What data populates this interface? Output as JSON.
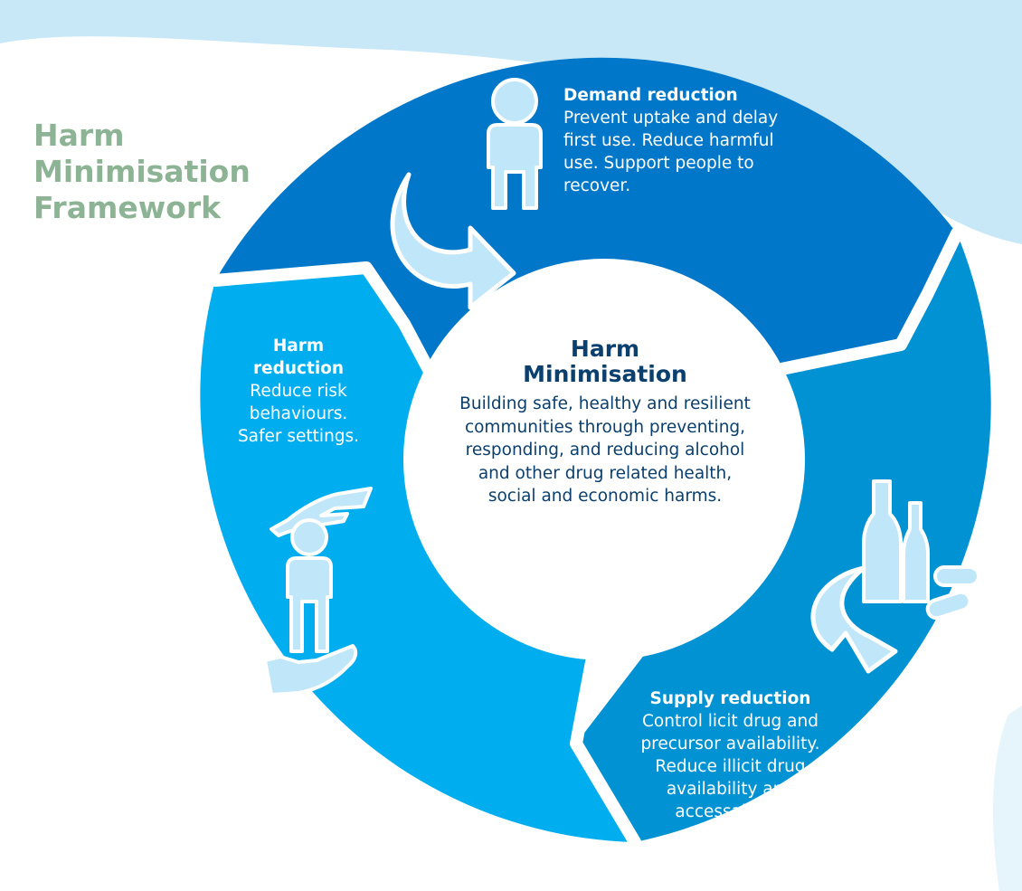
{
  "title_lines": [
    "Harm",
    "Minimisation",
    "Framework"
  ],
  "center": {
    "title_lines": [
      "Harm",
      "Minimisation"
    ],
    "description": "Building safe, healthy and resilient communities through preventing, responding, and reducing alcohol and other drug related health, social and economic harms."
  },
  "segments": {
    "demand": {
      "heading": "Demand reduction",
      "body": "Prevent uptake and delay first use. Reduce harmful use. Support people to recover.",
      "color": "#0077c8",
      "icons": [
        "person-icon",
        "curved-arrow-icon"
      ]
    },
    "harm": {
      "heading": "Harm reduction",
      "body": "Reduce risk behaviours. Safer settings.",
      "color": "#00aeef",
      "icons": [
        "person-icon",
        "hand-top-icon",
        "hand-bottom-icon"
      ]
    },
    "supply": {
      "heading": "Supply reduction",
      "body": "Control licit drug and precursor availability. Reduce illicit drug availability and accessability.",
      "color": "#0092d3",
      "icons": [
        "bottle-icon",
        "pill-icon",
        "curved-arrow-icon"
      ]
    }
  },
  "colors": {
    "title": "#8db395",
    "center_text": "#0b3f6e",
    "background_wave": "#c8e8f8",
    "icon_fill": "#c0e6fa"
  }
}
